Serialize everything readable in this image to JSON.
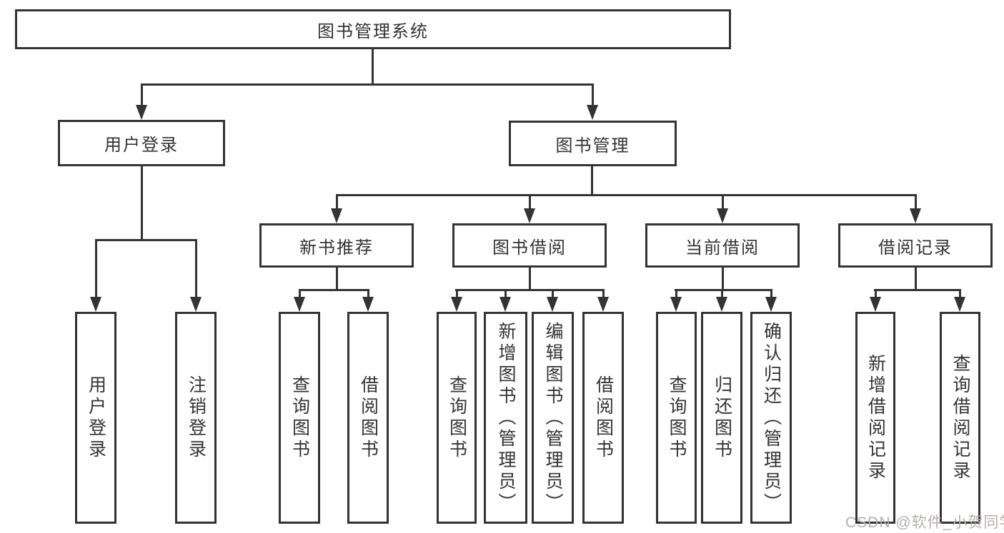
{
  "nodes": {
    "root": "图书管理系统",
    "user_login": "用户登录",
    "book_mgmt": "图书管理",
    "new_books": "新书推荐",
    "book_borrow": "图书借阅",
    "current_borrow": "当前借阅",
    "borrow_records": "借阅记录"
  },
  "leaves": {
    "user_login": [
      "用户登录",
      "注销登录"
    ],
    "new_books": [
      "查询图书",
      "借阅图书"
    ],
    "book_borrow": [
      "查询图书",
      "新增图书（管理员）",
      "编辑图书（管理员）",
      "借阅图书"
    ],
    "current_borrow": [
      "查询图书",
      "归还图书",
      "确认归还（管理员）"
    ],
    "borrow_records": [
      "新增借阅记录",
      "查询借阅记录"
    ]
  },
  "watermark": "CSDN @软件_小贺同学",
  "colors": {
    "line": "#333333",
    "text": "#333333",
    "background": "#ffffff",
    "watermark": "#b5afa9"
  }
}
